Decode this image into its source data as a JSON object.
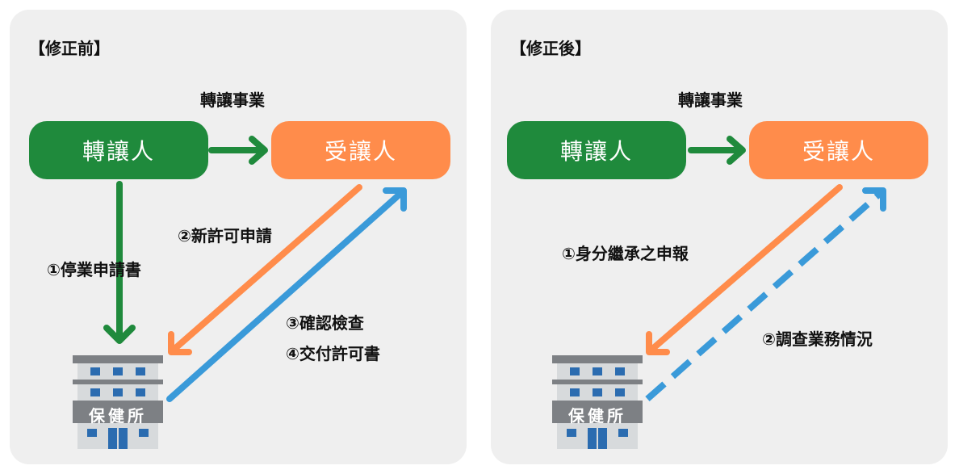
{
  "colors": {
    "panel_bg": "#efefef",
    "green": "#1f8a3c",
    "orange": "#ff8c4b",
    "blue": "#3a9ad9",
    "building_gray": "#cfd2d4",
    "building_dark": "#7d8084",
    "window_blue": "#2b6cb0"
  },
  "before": {
    "title": "【修正前】",
    "section": "轉讓事業",
    "transferor": "轉讓人",
    "transferee": "受讓人",
    "step1": "①停業申請書",
    "step2": "②新許可申請",
    "step3": "③確認檢查",
    "step4": "④交付許可書",
    "building_label": "保健所"
  },
  "after": {
    "title": "【修正後】",
    "section": "轉讓事業",
    "transferor": "轉讓人",
    "transferee": "受讓人",
    "step1": "①身分繼承之申報",
    "step2": "②調查業務情況",
    "building_label": "保健所"
  }
}
